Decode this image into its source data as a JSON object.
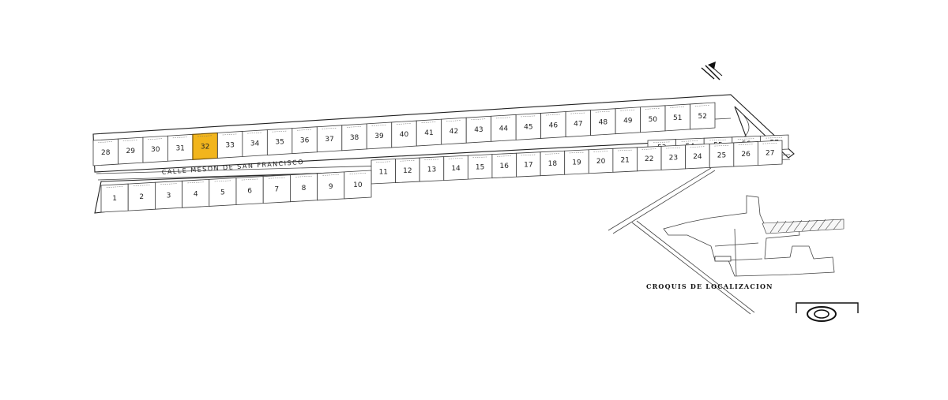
{
  "map": {
    "street_label": "CALLE MESON DE SAN FRANCISCO",
    "highlight_color": "#f2b51c",
    "highlighted_lot": "32",
    "upper_row_lots": [
      "28",
      "29",
      "30",
      "31",
      "32",
      "33",
      "34",
      "35",
      "36",
      "37",
      "38",
      "39",
      "40",
      "41",
      "42",
      "43",
      "44",
      "45",
      "46",
      "47",
      "48",
      "49",
      "50",
      "51",
      "52"
    ],
    "upper_right_lots": [
      "53",
      "54",
      "55",
      "56",
      "57"
    ],
    "middle_row_lots": [
      "11",
      "12",
      "13",
      "14",
      "15",
      "16",
      "17",
      "18",
      "19",
      "20",
      "21",
      "22",
      "23",
      "24",
      "25",
      "26",
      "27"
    ],
    "lower_row_lots": [
      "1",
      "2",
      "3",
      "4",
      "5",
      "6",
      "7",
      "8",
      "9",
      "10"
    ]
  },
  "inset": {
    "title": "CROQUIS DE LOCALIZACION",
    "logo_icon": "company-logo-icon",
    "north_arrow_icon": "north-arrow-icon"
  }
}
